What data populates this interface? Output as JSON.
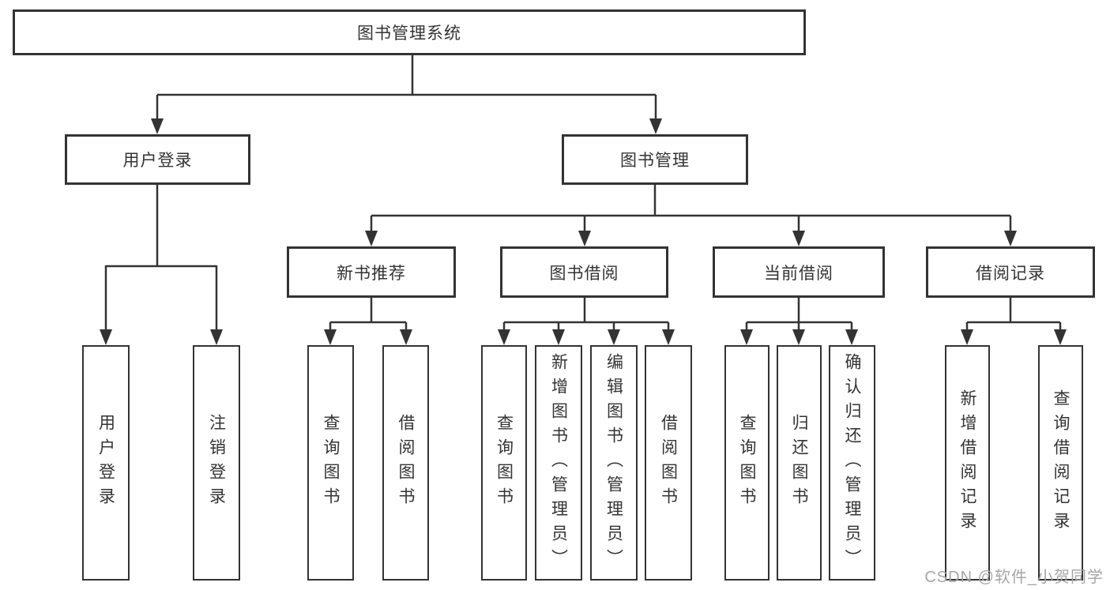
{
  "diagram_title": "图书管理系统",
  "tree": {
    "root": "图书管理系统",
    "branches": [
      {
        "label": "用户登录",
        "children": [
          "用户登录",
          "注销登录"
        ]
      },
      {
        "label": "图书管理",
        "groups": [
          {
            "label": "新书推荐",
            "children": [
              "查询图书",
              "借阅图书"
            ]
          },
          {
            "label": "图书借阅",
            "children": [
              "查询图书",
              "新增图书（管理员）",
              "编辑图书（管理员）",
              "借阅图书"
            ]
          },
          {
            "label": "当前借阅",
            "children": [
              "查询图书",
              "归还图书",
              "确认归还（管理员）"
            ]
          },
          {
            "label": "借阅记录",
            "children": [
              "新增借阅记录",
              "查询借阅记录"
            ]
          }
        ]
      }
    ]
  },
  "watermark": "CSDN @软件_小贺同学",
  "colors": {
    "line": "#333333",
    "box_border": "#333333",
    "text": "#333333",
    "watermark": "#a6a6a6",
    "background": "#ffffff"
  }
}
